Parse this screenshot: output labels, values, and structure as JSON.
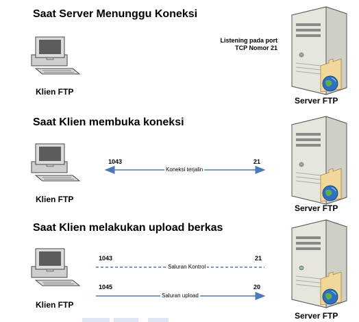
{
  "panels": [
    {
      "title": "Saat Server Menunggu Koneksi",
      "client_label": "Klien FTP",
      "server_label": "Server FTP",
      "note_line1": "Listening pada port",
      "note_line2": "TCP Nomor 21"
    },
    {
      "title": "Saat Klien membuka koneksi",
      "client_label": "Klien FTP",
      "server_label": "Server FTP",
      "connection": {
        "client_port": "1043",
        "server_port": "21",
        "label": "Koneksi terjalin",
        "style": "solid",
        "direction": "both"
      }
    },
    {
      "title": "Saat Klien melakukan upload berkas",
      "client_label": "Klien FTP",
      "server_label": "Server FTP",
      "control_channel": {
        "client_port": "1043",
        "server_port": "21",
        "label": "Saluran Kontrol",
        "style": "dashed"
      },
      "data_channel": {
        "client_port": "1045",
        "server_port": "20",
        "label": "Saluran upload",
        "style": "solid",
        "direction": "to-server"
      }
    }
  ],
  "colors": {
    "line": "#4a78b8",
    "server_body": "#e6e6dc",
    "monitor_body": "#d9d9d9",
    "globe": "#2f6fc0",
    "folder": "#f1d79a"
  },
  "icons": [
    "computer-icon",
    "server-icon",
    "globe-icon",
    "folder-icon"
  ]
}
